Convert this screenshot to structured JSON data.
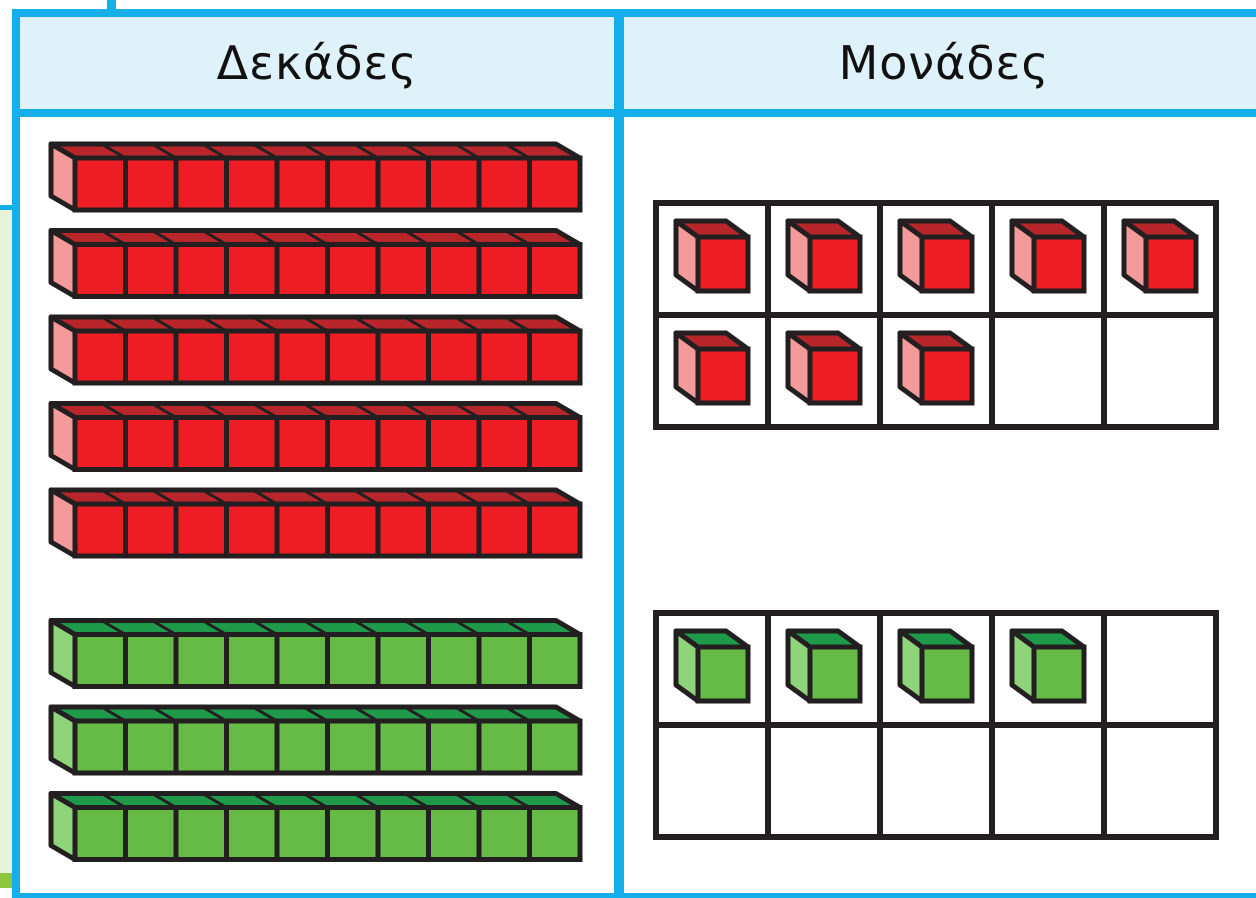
{
  "columns": {
    "tens_label": "Δεκάδες",
    "ones_label": "Μονάδες"
  },
  "colors": {
    "border_blue": "#14aeea",
    "header_fill": "#dff2fa",
    "red_front": "#ee1c24",
    "red_top": "#b8252b",
    "red_side": "#f59a9a",
    "green_front": "#66bb46",
    "green_top": "#1f9a4a",
    "green_side": "#8fd37a",
    "outline": "#231f20"
  },
  "tens": {
    "units_per_rod": 10,
    "groups": [
      {
        "color": "red",
        "rods": 5
      },
      {
        "color": "green",
        "rods": 3
      }
    ]
  },
  "ones": {
    "frames": [
      {
        "color": "red",
        "cells": 10,
        "filled": 8
      },
      {
        "color": "green",
        "cells": 10,
        "filled": 4
      }
    ]
  }
}
